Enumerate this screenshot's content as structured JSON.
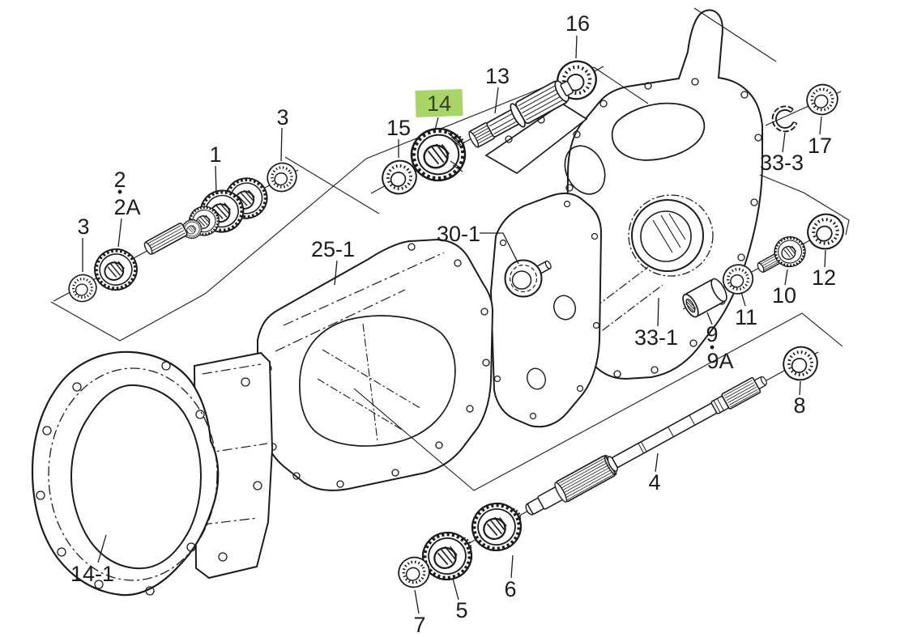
{
  "diagram": {
    "kind": "exploded-parts-diagram",
    "background": "#ffffff",
    "line_color": "#1c1c1c",
    "highlight_color": "#a9d468",
    "highlighted_callout": "14",
    "callouts": {
      "c1": {
        "text": "1"
      },
      "c2": {
        "text": "2"
      },
      "c2A": {
        "text": "2A"
      },
      "c3_left": {
        "text": "3"
      },
      "c3_right": {
        "text": "3"
      },
      "c4": {
        "text": "4"
      },
      "c5": {
        "text": "5"
      },
      "c6": {
        "text": "6"
      },
      "c7": {
        "text": "7"
      },
      "c8": {
        "text": "8"
      },
      "c9": {
        "text": "9"
      },
      "c9A": {
        "text": "9A"
      },
      "c10": {
        "text": "10"
      },
      "c11": {
        "text": "11"
      },
      "c12": {
        "text": "12"
      },
      "c13": {
        "text": "13"
      },
      "c14": {
        "text": "14"
      },
      "c15": {
        "text": "15"
      },
      "c16": {
        "text": "16"
      },
      "c17": {
        "text": "17"
      },
      "c25_1": {
        "text": "25-1"
      },
      "c30_1": {
        "text": "30-1"
      },
      "c33_1": {
        "text": "33-1"
      },
      "c33_3": {
        "text": "33-3"
      },
      "c14_1": {
        "text": "14-1"
      }
    }
  }
}
